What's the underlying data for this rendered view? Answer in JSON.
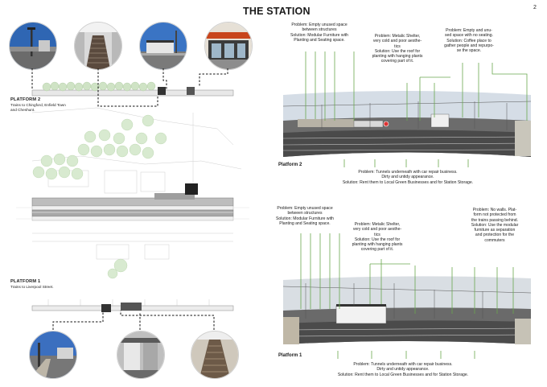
{
  "page": {
    "title": "THE STATION",
    "page_number": "2"
  },
  "left_plan": {
    "platform2": {
      "title": "PLATFORM 2",
      "subtitle_line1": "Trains to Chingford, Enfield Town",
      "subtitle_line2": "and Cheshunt."
    },
    "platform1": {
      "title": "PLATFORM 1",
      "subtitle_line1": "Trains to Liverpool Street."
    }
  },
  "platform2_notes": {
    "panorama_label": "Platform 2",
    "note_unused_space": [
      "Problem: Empty unused space",
      "between structures",
      "Solution: Modular Furniture with",
      "Planting and Seating space."
    ],
    "note_shelter": [
      "Problem: Metalic Shelter,",
      "very cold and poor aesthe-",
      "tics",
      "Solution: Use the roof for",
      "planting with hanging plants",
      "covering part of it."
    ],
    "note_no_seating": [
      "Problem: Empty and unu-",
      "sed space with no seating.",
      "Solution: Coffee place to",
      "gather people and repurpo-",
      "se the space."
    ],
    "note_tunnels": [
      "Problem: Tunnels underneath with car repair business.",
      "Dirty and untidy appearance.",
      "Solution: Rent them to Local Green Businesses and for Station Storage."
    ]
  },
  "platform1_notes": {
    "panorama_label": "Platform 1",
    "note_unused_space": [
      "Problem: Empty unused space",
      "between structures",
      "Solution: Modular Furniture with",
      "Planting and Seating space."
    ],
    "note_shelter": [
      "Problem: Metalic Shelter,",
      "very cold and poor aesthe-",
      "tics",
      "Solution: Use the roof for",
      "planting with hanging plants",
      "covering part of it."
    ],
    "note_no_walls": [
      "Problem: No walls. Plat-",
      "form not protected from",
      "the trains passing behind.",
      "Solution: Use the modular",
      "furniture as separation",
      "and protection for the",
      "commuters"
    ],
    "note_tunnels": [
      "Problem: Tunnels underneath with car repair business.",
      "Dirty and untidy appearance.",
      "Solution: Rent them to Local Green Businesses and for Station Storage."
    ]
  },
  "colors": {
    "annotation_green": "#6aa84f",
    "plan_grey": "#9a9a9a",
    "dashed_black": "#111111",
    "sky_blue": "#3a6db5"
  }
}
